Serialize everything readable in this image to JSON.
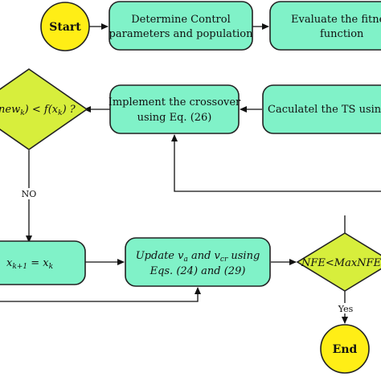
{
  "nodes": {
    "start": {
      "label": "Start"
    },
    "determine": {
      "line1": "Determine Control",
      "line2": "parameters and population"
    },
    "evaluate": {
      "line1": "Evaluate the fitne",
      "line2": "function"
    },
    "calculate_ts": {
      "line1": "Caculatel the TS using"
    },
    "crossover": {
      "line1": "Implement the crossover",
      "line2": "using Eq. (26)"
    },
    "decision_f": {
      "line1": "new",
      "line1_sub": "k",
      "line1_rest": ") < f(x",
      "line1_sub2": "k",
      "line1_end": ") ?"
    },
    "assign": {
      "lhs": "x",
      "lhs_sub": "k+1",
      "mid": " = x",
      "rhs_sub": "k"
    },
    "update": {
      "line1a": "Update v",
      "line1_sub_a": "a",
      "line1b": " and v",
      "line1_sub_b": "cr",
      "line1c": " using",
      "line2": "Eqs. (24) and (29)"
    },
    "nfe": {
      "label": "NFE<MaxNFE"
    },
    "end": {
      "label": "End"
    }
  },
  "edges": {
    "no_label": "NO",
    "yes_label": "Yes"
  },
  "colors": {
    "process_fill": "#80f2c8",
    "decision_fill": "#d7ee3c",
    "terminal_fill": "#ffee16",
    "stroke": "#222222"
  }
}
